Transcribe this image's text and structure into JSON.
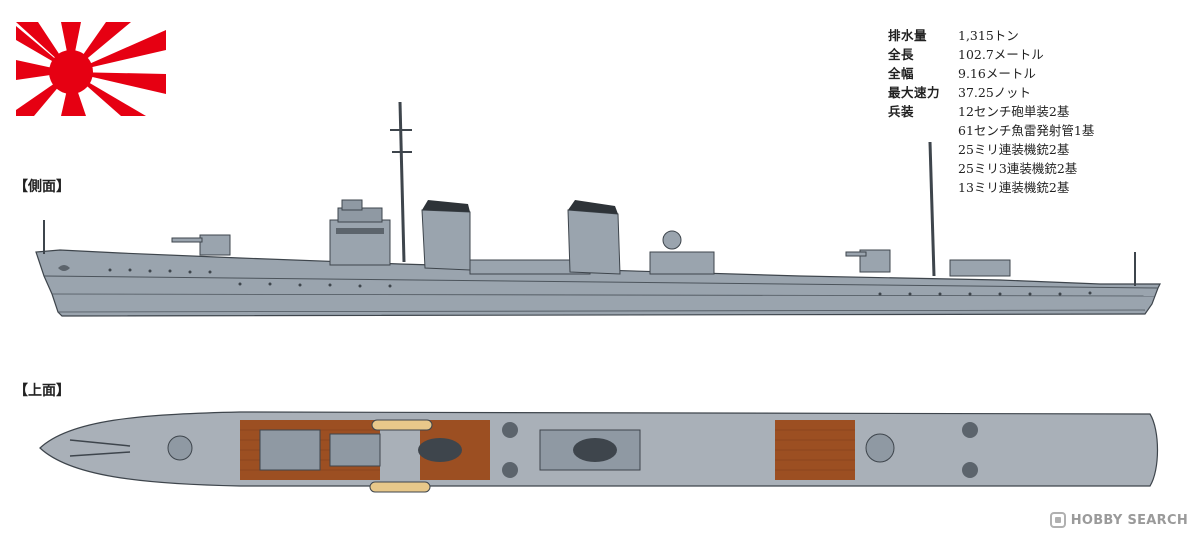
{
  "section_labels": {
    "side": "【側面】",
    "top": "【上面】"
  },
  "specs": {
    "displacement": {
      "label": "排水量",
      "value": "1,315トン"
    },
    "length": {
      "label": "全長",
      "value": "102.7メートル"
    },
    "beam": {
      "label": "全幅",
      "value": "9.16メートル"
    },
    "max_speed": {
      "label": "最大速力",
      "value": "37.25ノット"
    },
    "armament": {
      "label": "兵装",
      "items": [
        "12センチ砲単装2基",
        "61センチ魚雷発射管1基",
        "25ミリ連装機銃2基",
        "25ミリ3連装機銃2基",
        "13ミリ連装機銃2基"
      ]
    }
  },
  "watermark": "HOBBY SEARCH",
  "colors": {
    "hull_gray": "#9aa4ae",
    "hull_dark": "#5c646c",
    "deck_wood": "#9c4f22",
    "deck_steel": "#a9b0b8",
    "flag_red": "#e60012"
  },
  "icons": {
    "flag": "rising-sun-flag-icon",
    "watermark": "hobby-search-logo-icon"
  }
}
